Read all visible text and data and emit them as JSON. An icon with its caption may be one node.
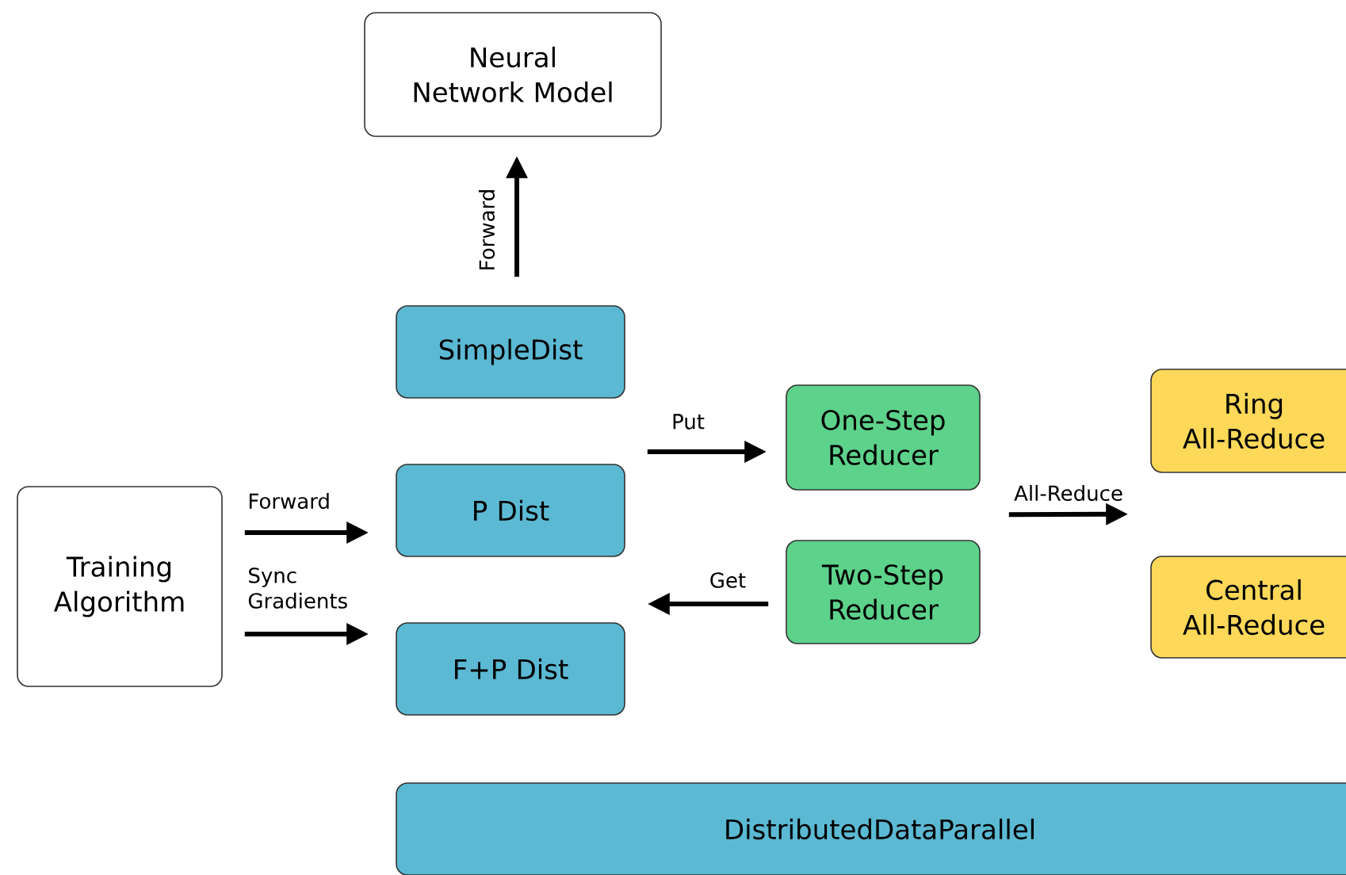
{
  "diagram": {
    "nodes": [
      {
        "text": [
          "Neural Network Model"
        ]
      },
      {
        "text": [
          "Training Algorithm"
        ]
      },
      {
        "text": [
          "SimpleDist"
        ]
      },
      {
        "text": [
          "P Dist"
        ]
      },
      {
        "text": [
          "F+P Dist"
        ]
      },
      {
        "text": [
          "One-Step Reducer"
        ]
      },
      {
        "text": [
          "Two-Step Reducer"
        ]
      },
      {
        "text": [
          "Ring All-Reduce"
        ]
      },
      {
        "text": [
          "Central All-Reduce"
        ]
      },
      {
        "text": [
          "DistributedDataParallel"
        ]
      }
    ],
    "edges": [
      {
        "from": 1,
        "to": 3,
        "arrow": "to",
        "label": "Forward"
      },
      {
        "from": 1,
        "to": 4,
        "arrow": "to",
        "label": "Sync Gradients"
      },
      {
        "from": 2,
        "to": 0,
        "arrow": "to",
        "label": "Forward"
      },
      {
        "from": 3,
        "to": 5,
        "arrow": "to",
        "label": "Put"
      },
      {
        "from": 6,
        "to": 4,
        "arrow": "to",
        "label": "Get"
      },
      {
        "from": 5,
        "to": 7,
        "arrow": "to",
        "label": "All-Reduce"
      },
      {
        "from": 5,
        "to": 8,
        "arrow": "to"
      },
      {
        "from": 6,
        "to": 7,
        "arrow": "to"
      },
      {
        "from": 6,
        "to": 8,
        "arrow": "to"
      }
    ]
  }
}
